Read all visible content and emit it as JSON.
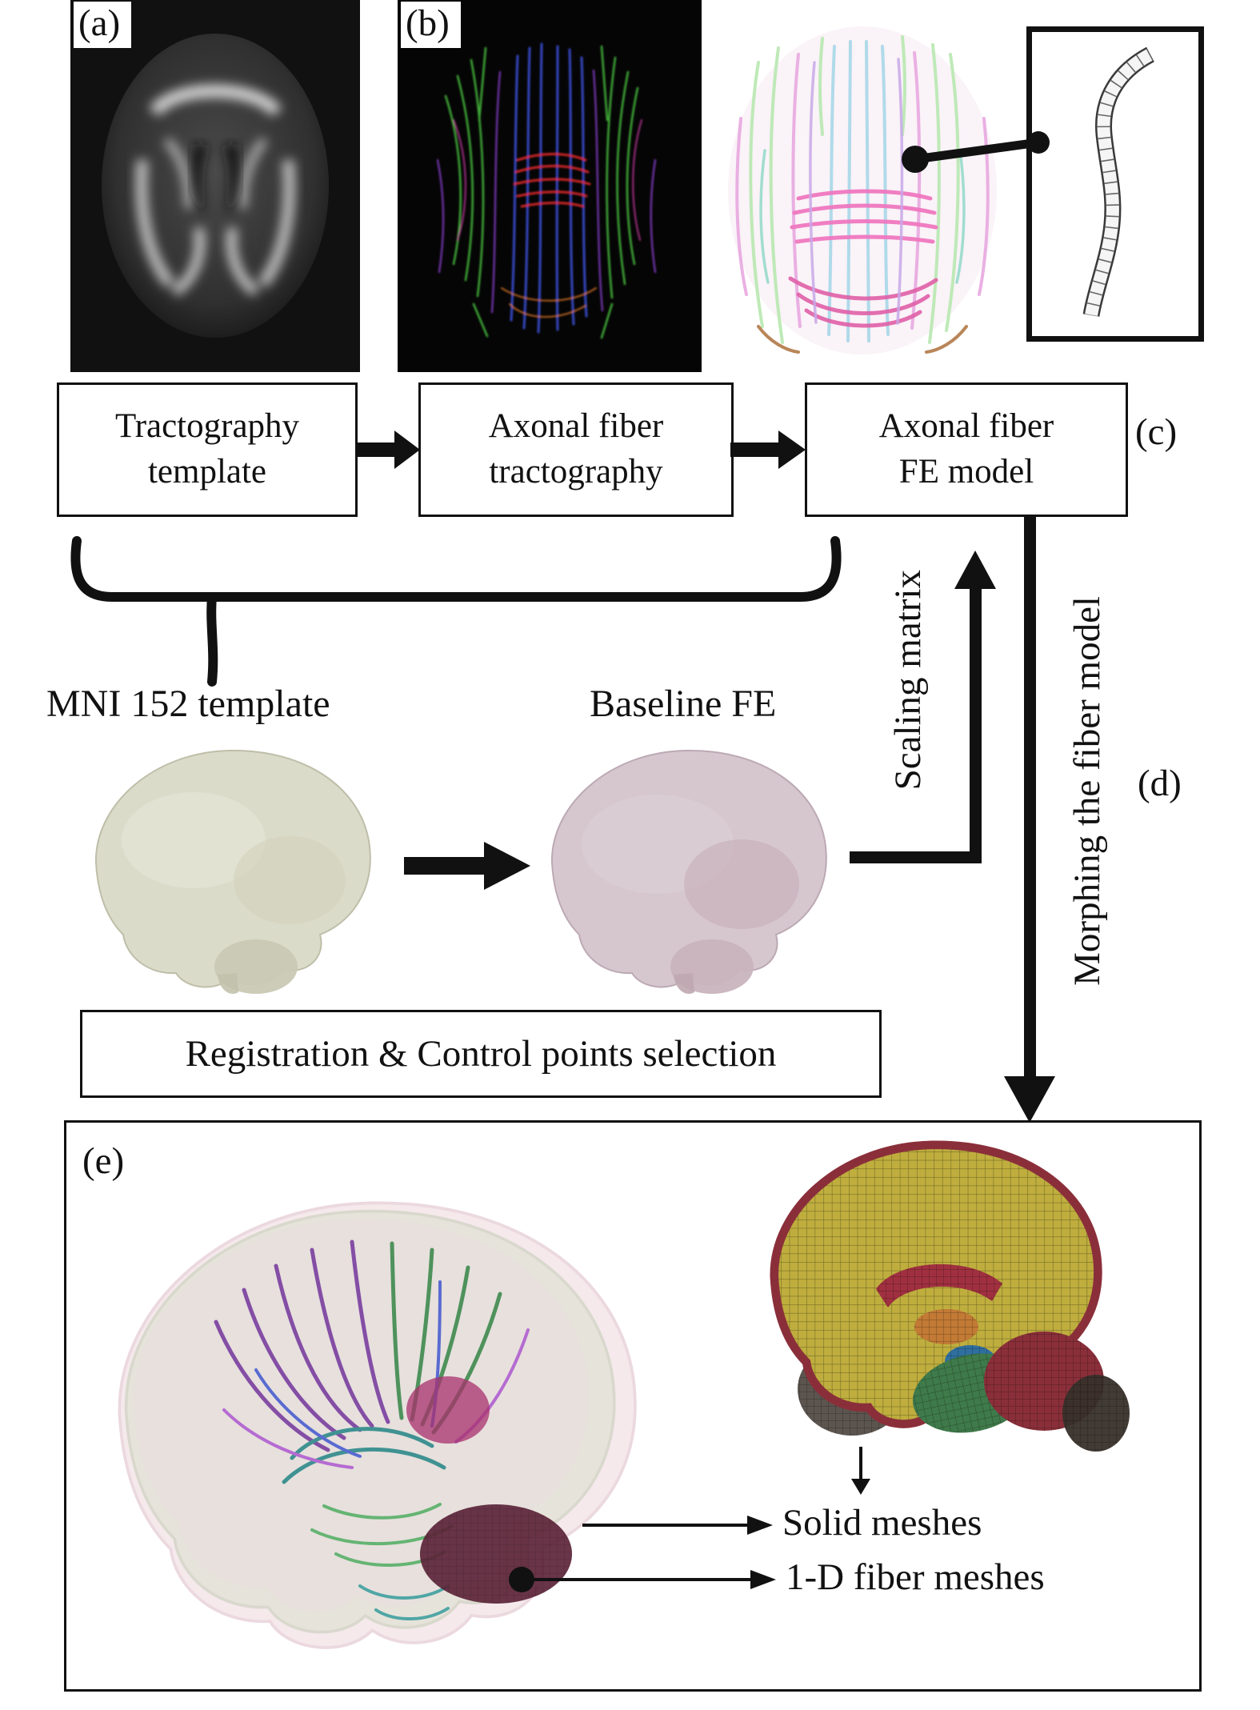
{
  "figure": {
    "panel_labels": {
      "a": "(a)",
      "b": "(b)",
      "c": "(c)",
      "d": "(d)",
      "e": "(e)"
    },
    "flow": [
      {
        "line1": "Tractography",
        "line2": "template"
      },
      {
        "line1": "Axonal fiber",
        "line2": "tractography"
      },
      {
        "line1": "Axonal fiber",
        "line2": "FE model"
      }
    ],
    "labels": {
      "mni": "MNI 152 template",
      "baseline": "Baseline FE",
      "scaling": "Scaling matrix",
      "morphing": "Morphing the fiber model",
      "registration": "Registration & Control points selection",
      "solid_meshes": "Solid meshes",
      "fiber_meshes": "1-D fiber meshes"
    },
    "icons": {
      "flow_arrow": "arrow-right-icon",
      "brace": "curly-brace-icon",
      "callout_dot": "dot-icon"
    },
    "colors": {
      "ink": "#111111",
      "background": "#ffffff",
      "mesh_yellow": "#bfae3e",
      "mesh_red": "#8a2f3a",
      "mesh_green": "#3f7a4a",
      "mni_brain": "#d9d9c6",
      "baseline_brain": "#d2c2ca"
    }
  }
}
